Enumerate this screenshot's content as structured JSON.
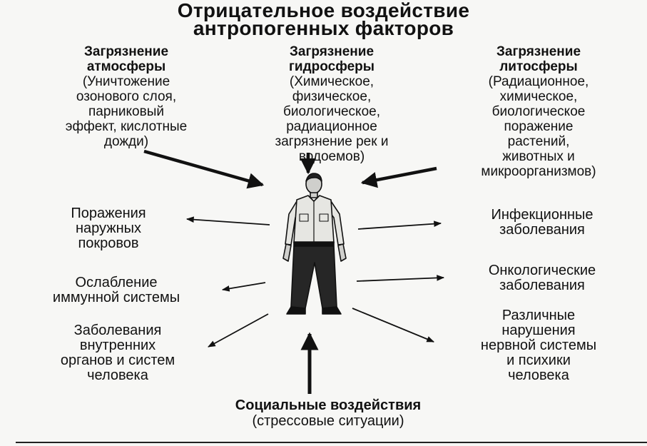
{
  "title": {
    "line1": "Отрицательное воздействие",
    "line2": "антропогенных факторов"
  },
  "sources": {
    "atmosphere": {
      "heading": [
        "Загрязнение",
        "атмосферы"
      ],
      "text": [
        "(Уничтожение",
        "озонового слоя,",
        "парниковый",
        "эффект, кислотные",
        "дожди)"
      ]
    },
    "hydrosphere": {
      "heading": [
        "Загрязнение",
        "гидросферы"
      ],
      "text": [
        "(Химическое,",
        "физическое,",
        "биологическое,",
        "радиационное",
        "загрязнение рек и",
        "водоемов)"
      ]
    },
    "lithosphere": {
      "heading": [
        "Загрязнение",
        "литосферы"
      ],
      "text": [
        "(Радиационное,",
        "химическое,",
        "биологическое",
        "поражение",
        "растений,",
        "животных и",
        "микроорганизмов)"
      ]
    },
    "social": {
      "heading": [
        "Социальные воздействия"
      ],
      "text": [
        "(стрессовые ситуации)"
      ]
    }
  },
  "effects": {
    "skin": [
      "Поражения",
      "наружных",
      "покровов"
    ],
    "immune": [
      "Ослабление",
      "иммунной системы"
    ],
    "internal": [
      "Заболевания",
      "внутренних",
      "органов и систем",
      "человека"
    ],
    "infectious": [
      "Инфекционные",
      "заболевания"
    ],
    "oncology": [
      "Онкологические",
      "заболевания"
    ],
    "nervous": [
      "Различные",
      "нарушения",
      "нервной системы",
      "и психики",
      "человека"
    ]
  },
  "figure": {
    "icon": "standing-man-icon",
    "shirt_color": "#e6e6e2",
    "trousers_color": "#262626",
    "skin_color": "#cfcfcc"
  }
}
